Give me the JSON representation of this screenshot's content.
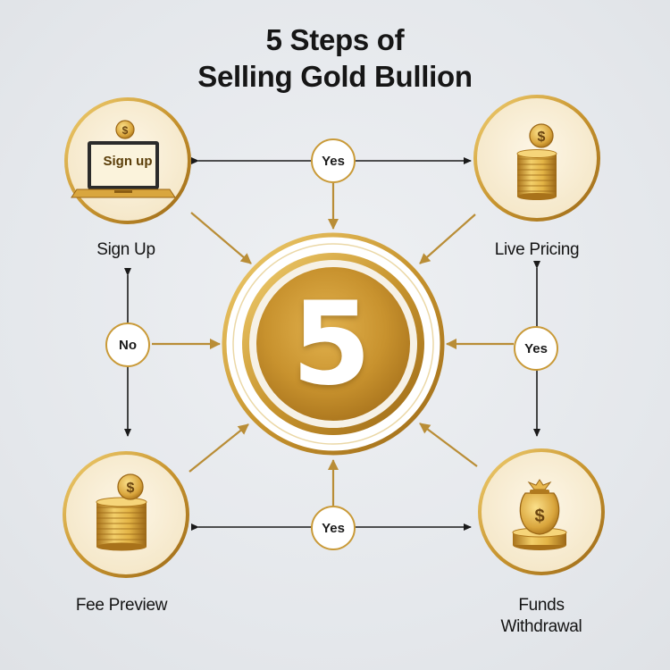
{
  "title": {
    "line1": "5 Steps of",
    "line2": "Selling Gold Bullion"
  },
  "center": {
    "number": "5"
  },
  "nodes": [
    {
      "id": "sign-up",
      "label": "Sign Up",
      "screen_text": "Sign up",
      "icon": "laptop-signup-icon"
    },
    {
      "id": "live-pricing",
      "label": "Live Pricing",
      "icon": "coin-stack-icon"
    },
    {
      "id": "fee-preview",
      "label": "Fee Preview",
      "icon": "coin-stack-dollar-icon"
    },
    {
      "id": "funds-withdrawal",
      "label_line1": "Funds",
      "label_line2": "Withdrawal",
      "icon": "money-bag-icon"
    }
  ],
  "connectors": {
    "top": "Yes",
    "left": "No",
    "right": "Yes",
    "bottom": "Yes"
  },
  "colors": {
    "gold": "#c99a38",
    "gold_dark": "#a9741a",
    "gold_light": "#f2d27a",
    "background": "#e6e9ed",
    "arrow_gold": "#b98d36",
    "arrow_black": "#1a1a1a"
  }
}
